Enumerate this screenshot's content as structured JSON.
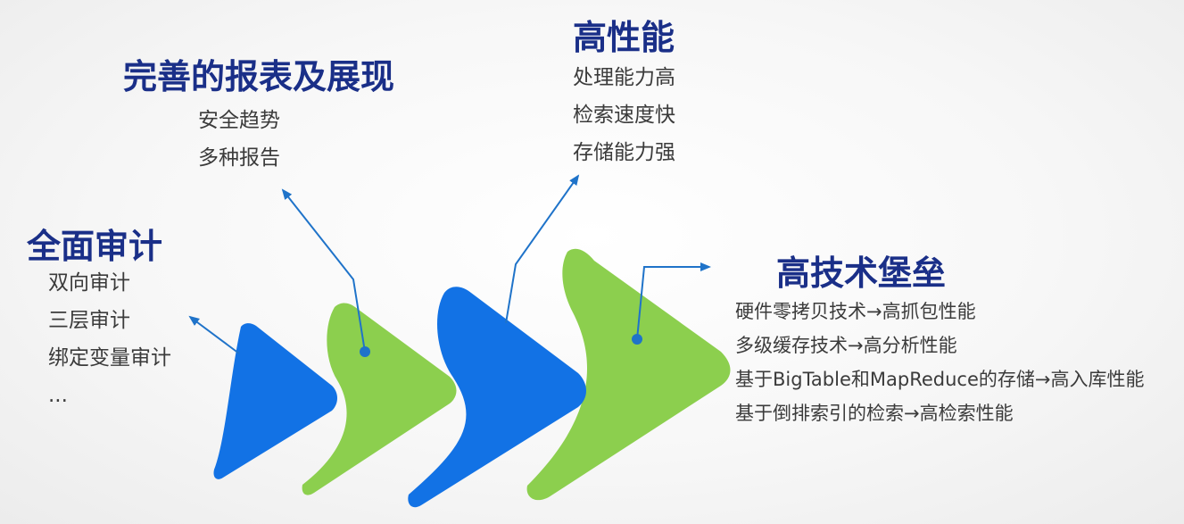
{
  "colors": {
    "blue": "#1272e5",
    "green": "#8ccf4e",
    "title": "#1a2f88",
    "text": "#3b3b3b",
    "connector": "#1f73c9"
  },
  "groups": [
    {
      "title": "全面审计",
      "items": [
        "双向审计",
        "三层审计",
        "绑定变量审计",
        "..."
      ]
    },
    {
      "title": "完善的报表及展现",
      "items": [
        "安全趋势",
        "多种报告"
      ]
    },
    {
      "title": "高性能",
      "items": [
        "处理能力高",
        "检索速度快",
        "存储能力强"
      ]
    },
    {
      "title": "高技术堡垒",
      "items": [
        "硬件零拷贝技术→高抓包性能",
        "多级缓存技术→高分析性能",
        "基于BigTable和MapReduce的存储→高入库性能",
        "基于倒排索引的检索→高检索性能"
      ]
    }
  ]
}
